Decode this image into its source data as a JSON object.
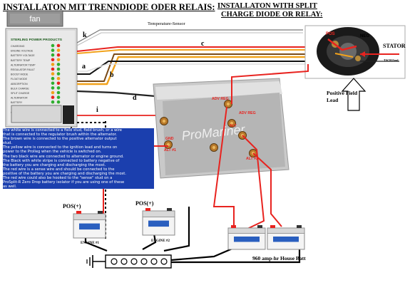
{
  "titles": {
    "left": "INSTALLATON MIT TRENNDIODE ODER RELAIS:",
    "right_line1": "INSTALLATON WITH SPLIT",
    "right_line2": "CHARGE DIODE OR RELAY:"
  },
  "regulator_panel": {
    "fan_label": "fan",
    "brand": "STERLING POWER PRODUCTS",
    "row_labels": [
      "CHARGING",
      "ENGINE VOLTAGE",
      "BATTERY VOLTAGE",
      "BATTERY TEMP",
      "ALTERNATOR TEMP",
      "REGULATOR FAULT",
      "BOOST MODE",
      "FLOAT MODE",
      "ABSORPTION",
      "BULK CHARGE",
      "SPLIT CHARGE",
      "ALTERNATOR",
      "BATTERY"
    ],
    "ce_mark": "CE"
  },
  "isolator": {
    "brand": "ProMariner",
    "terminals": [
      "ADV REG",
      "ALT",
      "ALT #1",
      "ADV REG",
      "ALT #2",
      "GND"
    ]
  },
  "wire_letters": {
    "a": "a",
    "b": "b",
    "c": "c",
    "d": "d",
    "i": "i",
    "k": "k"
  },
  "labels": {
    "temp_sensor": "Temperature-Sensor",
    "stator": "STATOR",
    "tach_feed": "TACH Feed",
    "positive_field_line1": "Positive Field",
    "positive_field_line2": "Lead",
    "pos1": "POS(+)",
    "pos2": "POS(+)",
    "engine1": "ENGINE #1",
    "engine2": "ENGINE #2",
    "house_batt": "960 amp-hr House Batt",
    "alt_pos": "POS",
    "alt_neg": "NEG"
  },
  "description_lines": [
    "The white wire is connected to a field stud, field brush, or a wire",
    "that is connected to the regulator brush within the alternator.",
    "The brown wire is connected to the positive alternator output",
    "stud.",
    "The yellow wire is connected to the ignition lead and turns on",
    "power to the Prolleg when the vehicle is switched on.",
    "The two black wire are connected to alternator or engine ground.",
    "The Black with white stripe is connected to battery negative of",
    "the battery you are charging and discharging the most.",
    "The red wire is a sense wire and should be connected to the",
    "positive of the battery you are charging and discharging the most.",
    "The red wire could also be hooked to the \"sense\" stud on a",
    "ProSplit-R Zero Drop battery isolator if you are using one of these",
    "as well."
  ],
  "colors": {
    "red_wire": "#e8231f",
    "brown_wire": "#7a4a17",
    "orange_wire": "#f2a21b",
    "note_bg": "#1b3fae"
  }
}
